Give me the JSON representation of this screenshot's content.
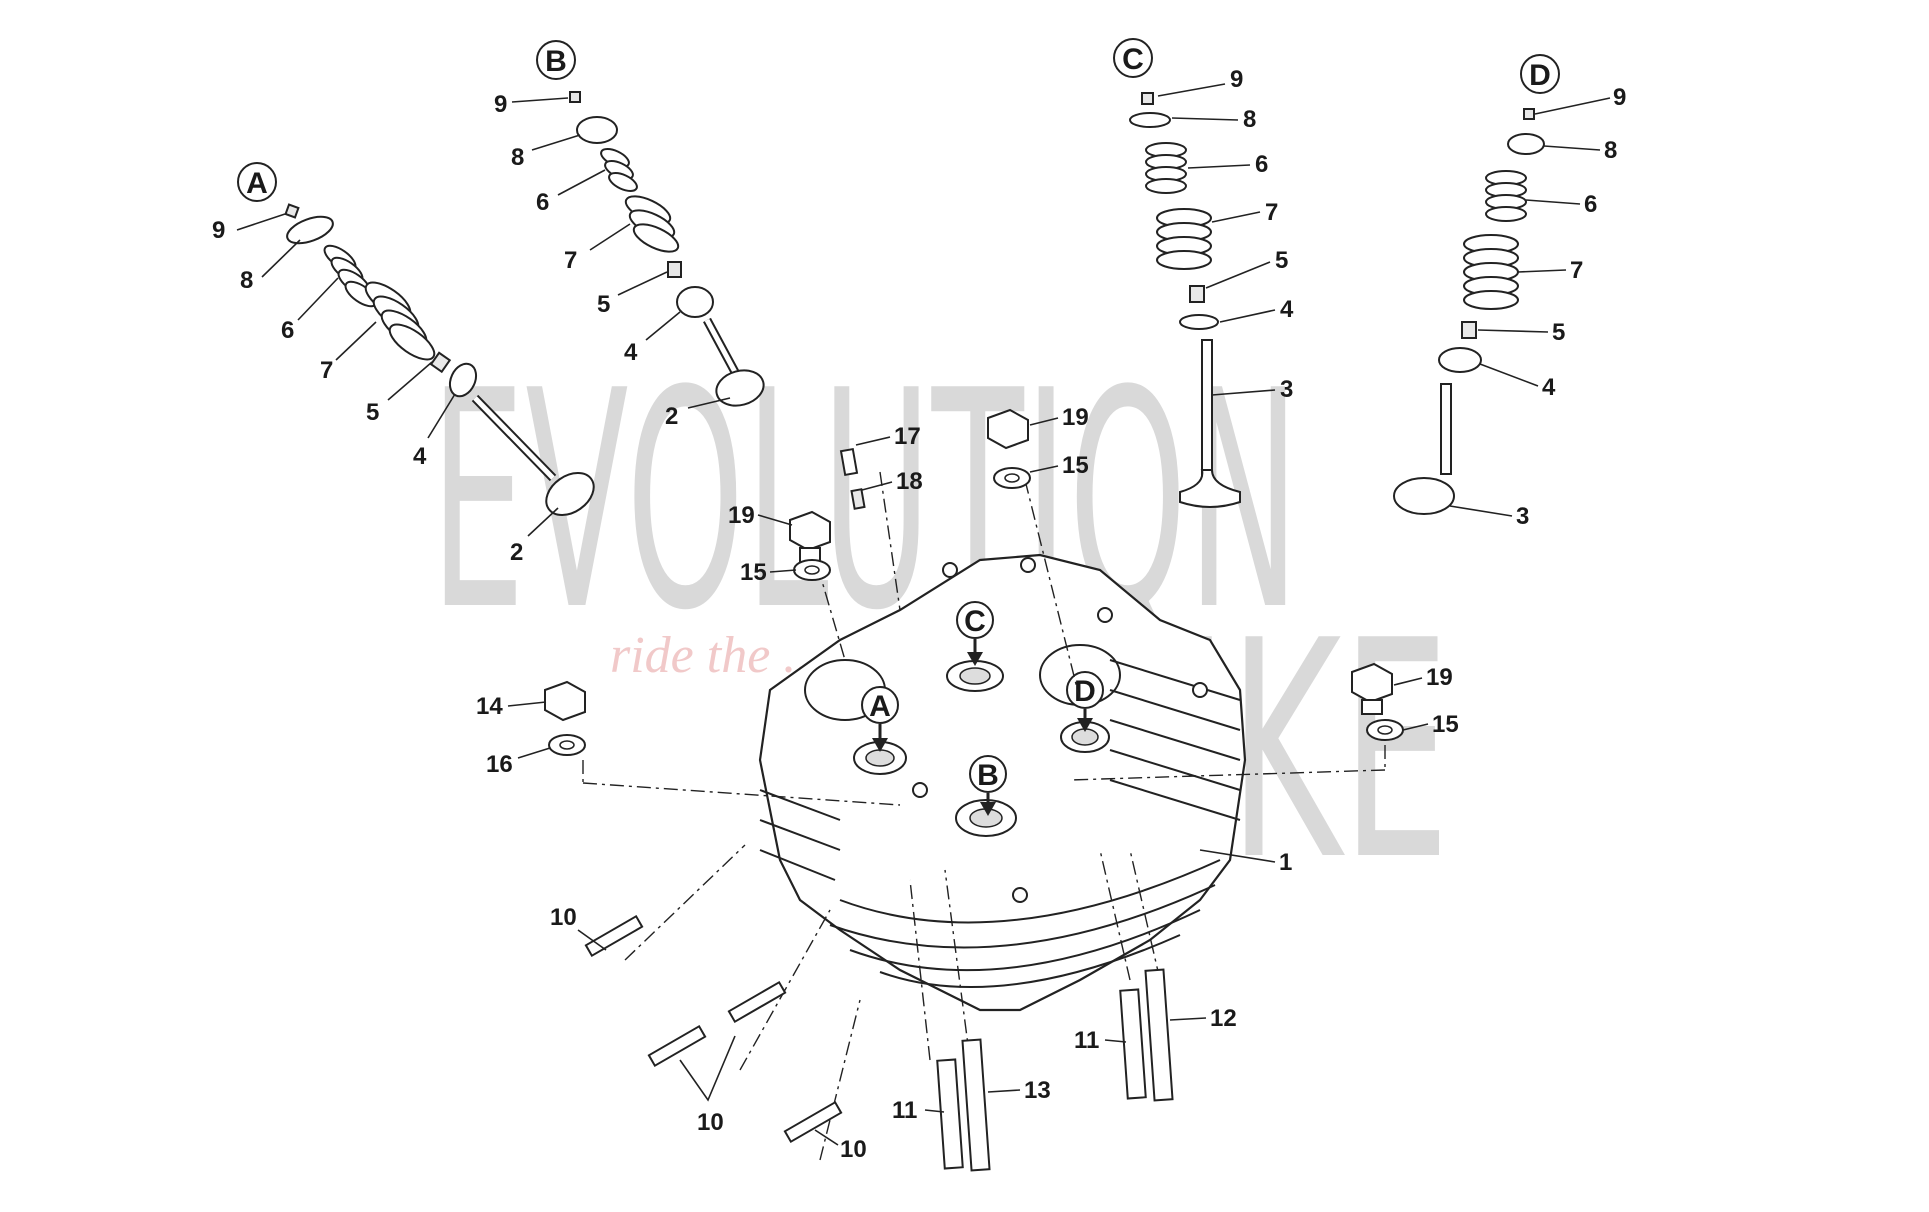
{
  "watermark": {
    "brand_line1": "EVOLUTIQN",
    "brand_line2": "BIKE",
    "tagline": "ride the ..."
  },
  "assembly_markers": [
    "A",
    "B",
    "C",
    "D"
  ],
  "callouts": {
    "valve_A": [
      "9",
      "8",
      "6",
      "7",
      "5",
      "4",
      "2"
    ],
    "valve_B": [
      "9",
      "8",
      "6",
      "7",
      "5",
      "4",
      "2"
    ],
    "valve_C": [
      "9",
      "8",
      "6",
      "7",
      "5",
      "4",
      "3"
    ],
    "valve_D": [
      "9",
      "8",
      "6",
      "7",
      "5",
      "4",
      "3"
    ],
    "head": [
      "17",
      "18",
      "19",
      "15",
      "19",
      "15",
      "19",
      "15",
      "14",
      "16",
      "1",
      "10",
      "10",
      "10",
      "11",
      "13",
      "11",
      "12"
    ]
  },
  "colors": {
    "line": "#222222",
    "watermark_gray": "#d9d9d9",
    "watermark_red": "#f1c9c9"
  }
}
